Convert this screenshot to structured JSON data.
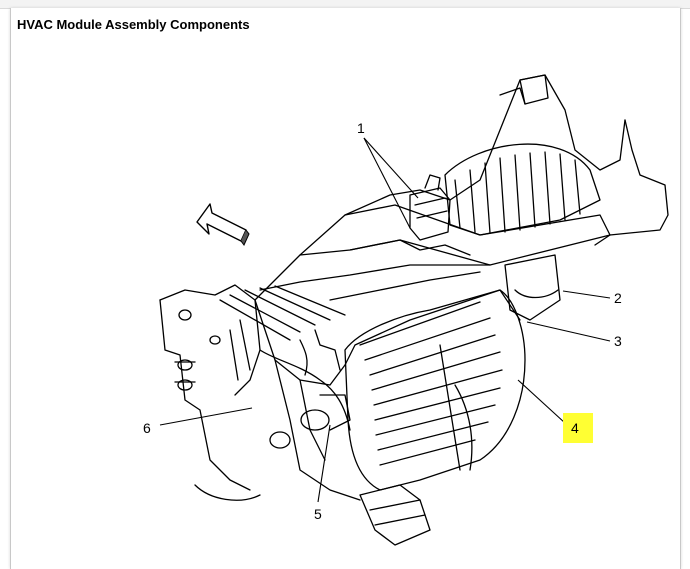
{
  "document": {
    "title": "HVAC Module Assembly Components"
  },
  "callouts": [
    {
      "id": "1",
      "label": "1"
    },
    {
      "id": "2",
      "label": "2"
    },
    {
      "id": "3",
      "label": "3"
    },
    {
      "id": "4",
      "label": "4",
      "highlighted": true
    },
    {
      "id": "5",
      "label": "5"
    },
    {
      "id": "6",
      "label": "6"
    }
  ],
  "colors": {
    "line_art": "#000000",
    "highlight": "#ffff33",
    "background": "#ffffff"
  },
  "icons": {
    "direction_arrow": "forward-arrow-icon"
  }
}
